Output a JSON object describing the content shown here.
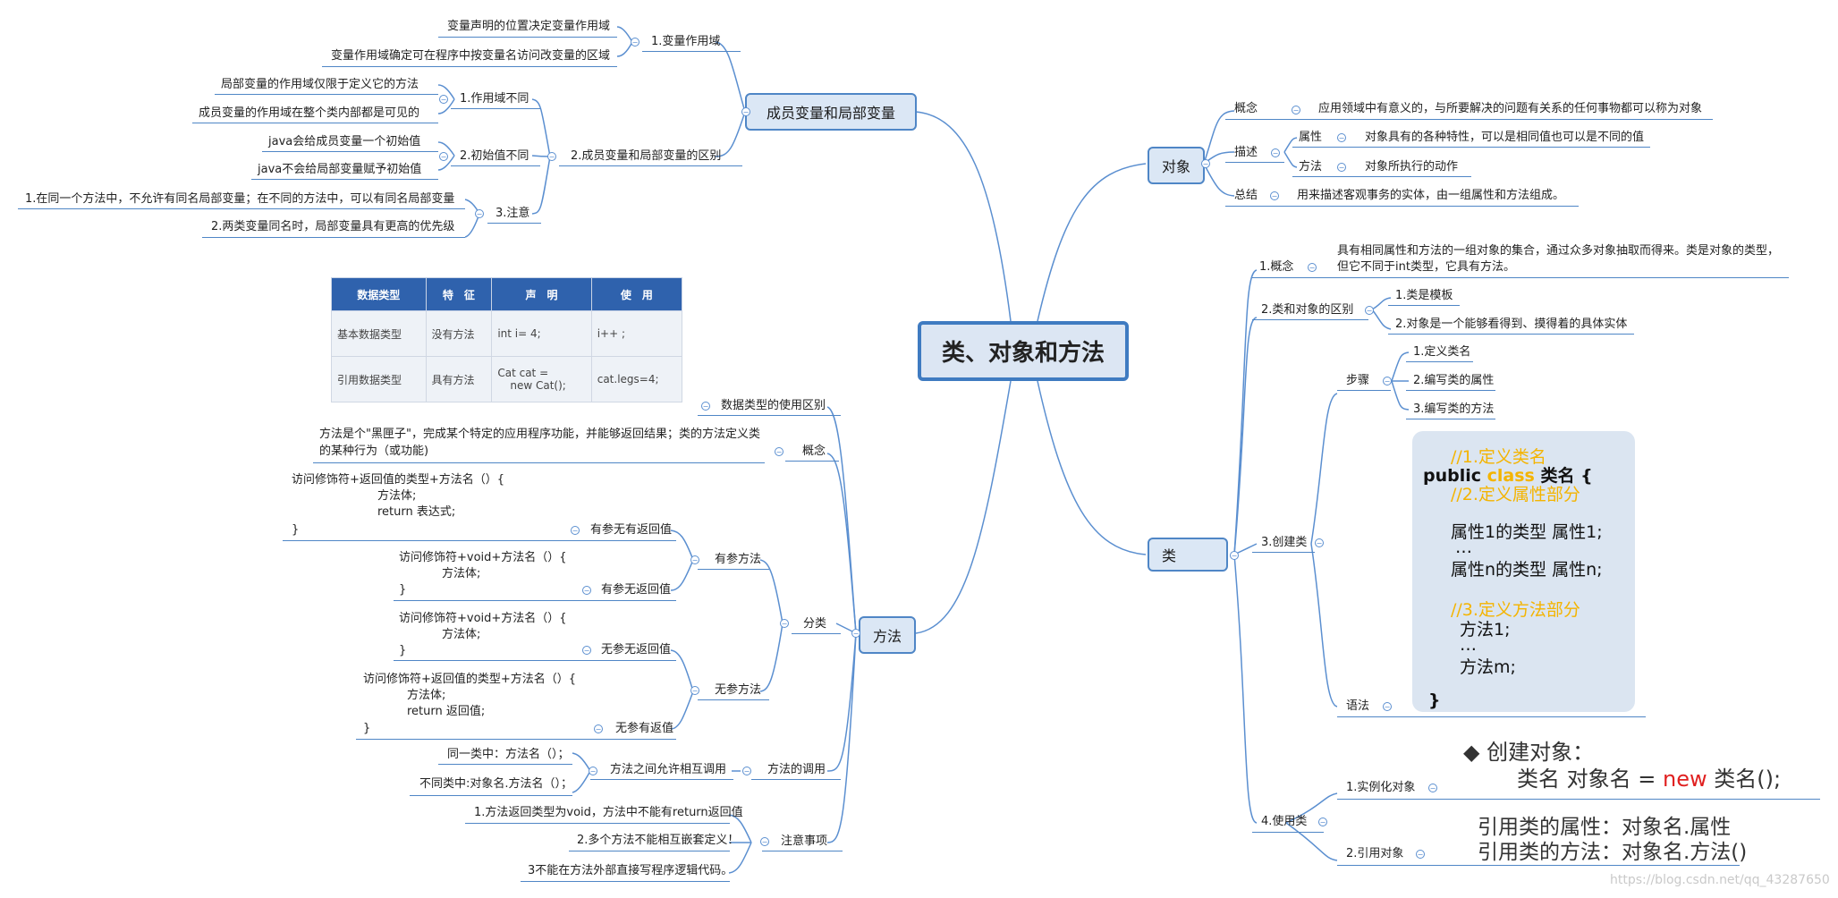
{
  "central": "类、对象和方法",
  "left": {
    "member_vars": {
      "title": "成员变量和局部变量",
      "scope": {
        "label": "1.变量作用域",
        "items": [
          "变量声明的位置决定变量作用域",
          "变量作用域确定可在程序中按变量名访问改变量的区域"
        ]
      },
      "diff": {
        "label": "2.成员变量和局部变量的区别",
        "scope_diff": {
          "label": "1.作用域不同",
          "items": [
            "局部变量的作用域仅限于定义它的方法",
            "成员变量的作用域在整个类内部都是可见的"
          ]
        },
        "init_diff": {
          "label": "2.初始值不同",
          "items": [
            "java会给成员变量一个初始值",
            "java不会给局部变量赋予初始值"
          ]
        },
        "note": {
          "label": "3.注意",
          "items": [
            "1.在同一个方法中，不允许有同名局部变量；在不同的方法中，可以有同名局部变量",
            "2.两类变量同名时，局部变量具有更高的优先级"
          ]
        }
      }
    },
    "methods": {
      "title": "方法",
      "datatype_label": "数据类型的使用区别",
      "table": {
        "headers": [
          "数据类型",
          "特　征",
          "声　明",
          "使　用"
        ],
        "rows": [
          [
            "基本数据类型",
            "没有方法",
            "int i= 4;",
            "i++ ;"
          ],
          [
            "引用数据类型",
            "具有方法",
            "Cat cat =",
            "cat.legs=4;"
          ]
        ],
        "row2_extra": "new Cat();"
      },
      "concept_label": "概念",
      "concept_text": [
        "方法是个\"黑匣子\"，完成某个特定的应用程序功能，并能够返回结果；类的方法定义类",
        "的某种行为（或功能)"
      ],
      "classify_label": "分类",
      "with_param": "有参方法",
      "no_param": "无参方法",
      "m1": {
        "label": "有参无有返回值",
        "code": [
          "访问修饰符+返回值的类型+方法名（）{",
          "方法体;",
          "return 表达式;",
          "}"
        ]
      },
      "m2": {
        "label": "有参无返回值",
        "code": [
          "访问修饰符+void+方法名（）{",
          "方法体;",
          "}"
        ]
      },
      "m3": {
        "label": "无参无返回值",
        "code": [
          "访问修饰符+void+方法名（）{",
          "方法体;",
          "}"
        ]
      },
      "m4": {
        "label": "无参有返值",
        "code": [
          "访问修饰符+返回值的类型+方法名（）{",
          "方法体;",
          "return 返回值;",
          "}"
        ]
      },
      "call_label": "方法的调用",
      "call_sub": "方法之间允许相互调用",
      "call_items": [
        "同一类中：方法名（）；",
        "不同类中:对象名.方法名（）；"
      ],
      "notes_label": "注意事项",
      "notes": [
        "1.方法返回类型为void，方法中不能有return返回值",
        "2.多个方法不能相互嵌套定义！",
        "3不能在方法外部直接写程序逻辑代码。"
      ]
    }
  },
  "right": {
    "object": {
      "title": "对象",
      "concept_label": "概念",
      "concept_text": "应用领域中有意义的，与所要解决的问题有关系的任何事物都可以称为对象",
      "desc_label": "描述",
      "attr_label": "属性",
      "attr_text": "对象具有的各种特性，可以是相同值也可以是不同的值",
      "method_label": "方法",
      "method_text": "对象所执行的动作",
      "summary_label": "总结",
      "summary_text": "用来描述客观事务的实体，由一组属性和方法组成。"
    },
    "class": {
      "title": "类",
      "concept_label": "1.概念",
      "concept_text": [
        "具有相同属性和方法的一组对象的集合，通过众多对象抽取而得来。类是对象的类型，",
        "但它不同于int类型，它具有方法。"
      ],
      "rel_label": "2.类和对象的区别",
      "rel_items": [
        "1.类是模板",
        "2.对象是一个能够看得到、摸得着的具体实体"
      ],
      "create_label": "3.创建类",
      "steps_label": "步骤",
      "steps": [
        "1.定义类名",
        "2.编写类的属性",
        "3.编写类的方法"
      ],
      "syntax_label": "语法",
      "code": {
        "c1": "//1.定义类名",
        "l1a": "public ",
        "l1b": "class",
        "l1c": "  类名 {",
        "c2": "//2.定义属性部分",
        "a1": "属性1的类型 属性1;",
        "dots1": "…",
        "an": "属性n的类型 属性n;",
        "c3": "//3.定义方法部分",
        "m1": "方法1;",
        "dots2": "…",
        "mm": "方法m;",
        "close": "}"
      },
      "use_label": "4.使用类",
      "inst_label": "1.实例化对象",
      "inst_title": "◆ 创建对象：",
      "inst_code_a": "类名 对象名 = ",
      "inst_code_b": "new",
      "inst_code_c": " 类名();",
      "ref_label": "2.引用对象",
      "ref_lines": [
        "引用类的属性：对象名.属性",
        "引用类的方法：对象名.方法()"
      ]
    }
  },
  "watermark": "https://blog.csdn.net/qq_43287650"
}
